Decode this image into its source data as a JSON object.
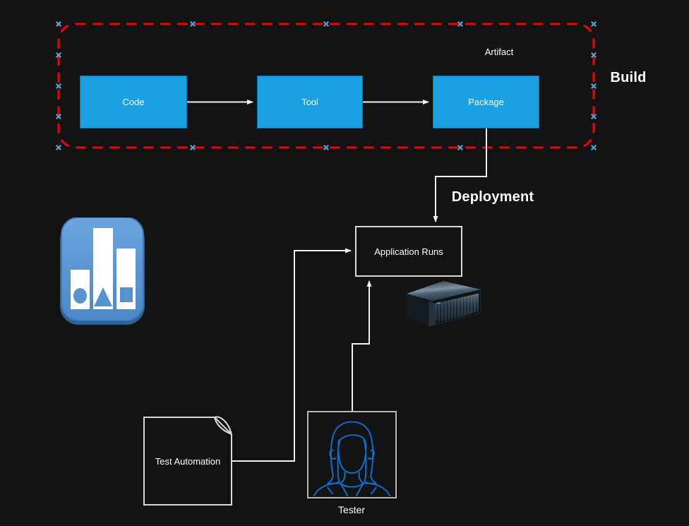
{
  "diagram": {
    "build_group": {
      "label": "Build",
      "artifact_label": "Artifact",
      "selected": true
    },
    "nodes": {
      "code": {
        "label": "Code"
      },
      "tool": {
        "label": "Tool"
      },
      "package": {
        "label": "Package"
      },
      "application_runs": {
        "label": "Application Runs"
      },
      "test_automation": {
        "label": "Test Automation"
      },
      "tester": {
        "label": "Tester"
      }
    },
    "edges": {
      "deployment_label": "Deployment"
    },
    "icons": {
      "app_icon": "bar-chart-app-icon",
      "server_icon": "storage-server-icon",
      "person_icon": "person-outline-icon"
    },
    "colors": {
      "background": "#131313",
      "node_fill": "#1BA1E2",
      "node_stroke": "#006EAF",
      "group_stroke": "#F50000",
      "selection_marker": "#5FA8DC",
      "connector": "#F2F2F2",
      "outline_box_stroke": "#D9D9D9",
      "person_stroke": "#0E6FD0",
      "app_icon_blue": "#5B9BD5",
      "text": "#FFFFFF"
    }
  }
}
